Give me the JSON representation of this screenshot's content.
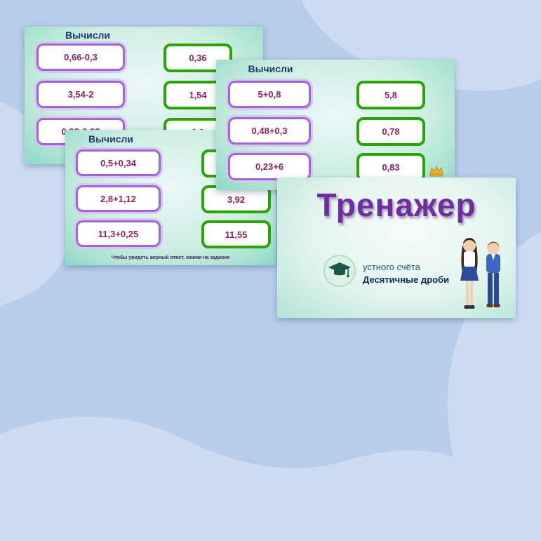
{
  "slides": {
    "slide1": {
      "title": "Вычисли",
      "problems": [
        "0,66-0,3",
        "3,54-2",
        "0,92-0,02"
      ],
      "answers": [
        "0,36",
        "1,54",
        "0,9"
      ]
    },
    "slide2": {
      "title": "Вычисли",
      "problems": [
        "5+0,8",
        "0,48+0,3",
        "0,23+6"
      ],
      "answers": [
        "5,8",
        "0,78",
        "0,83"
      ]
    },
    "slide3": {
      "title": "Вычисли",
      "problems": [
        "0,5+0,34",
        "2,8+1,12",
        "11,3+0,25"
      ],
      "answers": [
        "",
        "3,92",
        "11,55"
      ],
      "hint": "Чтобы увидеть верный ответ, нажми на задание"
    },
    "title_slide": {
      "title": "Тренажер",
      "subtitle": "устного счёта",
      "topic": "Десятичные дроби"
    }
  },
  "icons": {
    "crown": "crown-icon",
    "graduation_cap": "graduation-cap-icon",
    "students": "students-illustration"
  },
  "colors": {
    "page_background": "#b7cdea",
    "background_blob": "#cddcf2",
    "slide_gradient_edge": "#8fdac4",
    "problem_border": "#9e68d4",
    "problem_glow": "#d9c5f2",
    "answer_border": "#2aa305",
    "card_text": "#8e2160",
    "slide_title": "#20386b",
    "main_title": "#6f2da0",
    "subtitle_text": "#1f4e79",
    "topic_text": "#0b2a66"
  }
}
